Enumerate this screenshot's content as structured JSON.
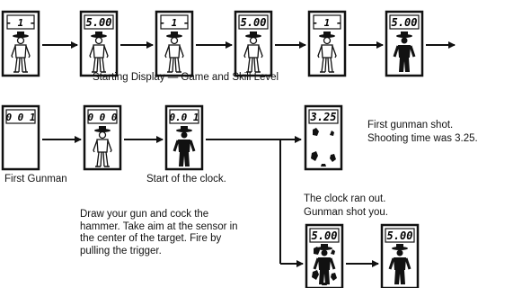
{
  "row1_displays": [
    "- 1 -",
    "5.00",
    "- 1 -",
    "5.00",
    "- 1 -",
    "5.00"
  ],
  "row2_displays": [
    "0 0 1",
    "0 0 0",
    "0.0 1"
  ],
  "result_displays": {
    "shot": "3.25",
    "ran_out_1": "5.00",
    "ran_out_2": "5.00"
  },
  "captions": {
    "starting_display": "Starting Display — Game and Skill Level",
    "first_gunman": "First Gunman",
    "start_clock": "Start of the clock.",
    "first_shot_line1": "First gunman shot.",
    "first_shot_line2": "Shooting time was 3.25.",
    "ran_out_line1": "The clock ran out.",
    "ran_out_line2": "Gunman shot you.",
    "instructions": "Draw your gun and cock the hammer. Take aim at the sensor in the center of the target. Fire by pulling the trigger."
  }
}
